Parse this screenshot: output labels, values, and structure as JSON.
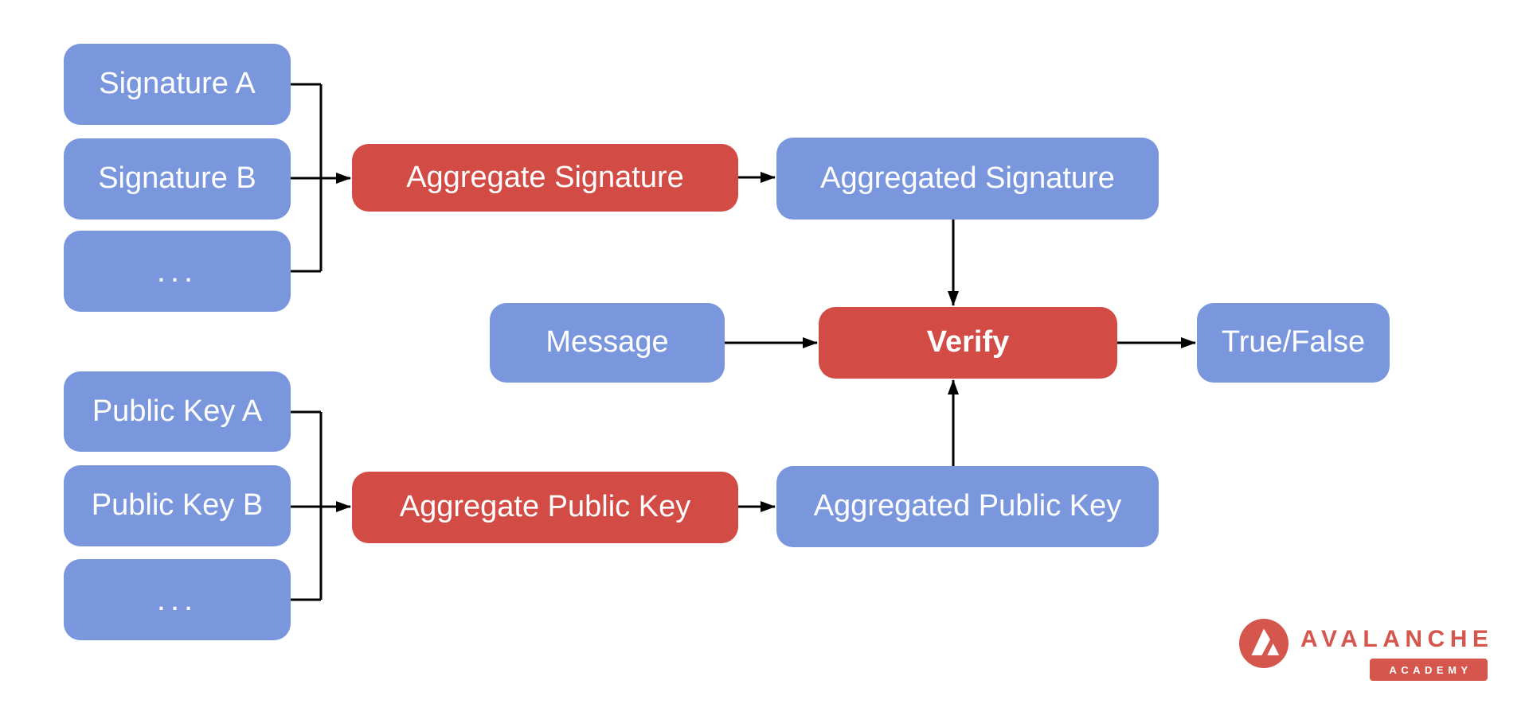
{
  "diagram": {
    "nodes": {
      "signature_a": "Signature A",
      "signature_b": "Signature B",
      "signature_more": "...",
      "aggregate_signature": "Aggregate Signature",
      "aggregated_signature": "Aggregated Signature",
      "message": "Message",
      "verify": "Verify",
      "true_false": "True/False",
      "public_key_a": "Public Key A",
      "public_key_b": "Public Key B",
      "public_key_more": "...",
      "aggregate_public_key": "Aggregate Public Key",
      "aggregated_public_key": "Aggregated Public Key"
    },
    "colors": {
      "input_node": "#7A97DE",
      "operation_node": "#D24B44",
      "node_text": "#FFFFFF",
      "arrow": "#000000",
      "background": "#FFFFFF"
    }
  },
  "logo": {
    "brand": "AVALANCHE",
    "badge": "ACADEMY",
    "color": "#D5564D"
  }
}
